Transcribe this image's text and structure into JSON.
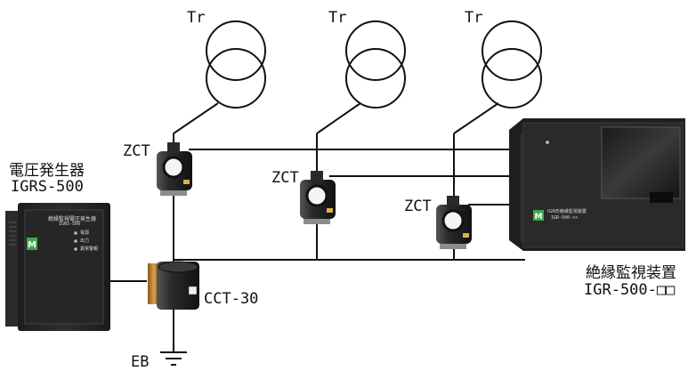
{
  "transformers": [
    {
      "label": "Tr"
    },
    {
      "label": "Tr"
    },
    {
      "label": "Tr"
    }
  ],
  "zct": [
    {
      "label": "ZCT"
    },
    {
      "label": "ZCT"
    },
    {
      "label": "ZCT"
    }
  ],
  "cct": {
    "label": "CCT-30"
  },
  "earth": {
    "label": "EB"
  },
  "voltage_generator": {
    "name": "電圧発生器",
    "model": "IGRS-500",
    "panel_title": "絶縁監視電圧発生器",
    "panel_model": "IGRS-500",
    "indicators": [
      "電源",
      "出力",
      "異常警報"
    ],
    "logo": "M"
  },
  "monitor": {
    "name": "絶縁監視装置",
    "model": "IGR-500-□□",
    "panel_title": "IGR形絶縁監視装置",
    "panel_model": "IGR-500-××",
    "logo": "M"
  }
}
